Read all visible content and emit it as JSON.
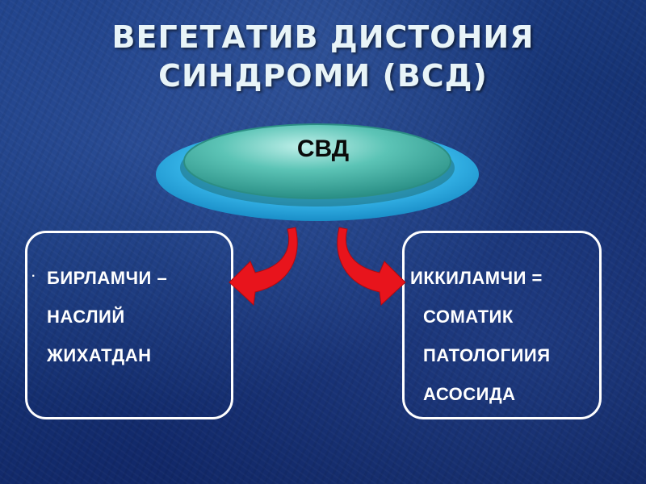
{
  "title": {
    "line1": "ВЕГЕТАТИВ ДИСТОНИЯ",
    "line2": "СИНДРОМИ (ВСД)"
  },
  "center": {
    "label": "СВД"
  },
  "left_box": {
    "bullet": "·",
    "lines": [
      "БИРЛАМЧИ –",
      "НАСЛИЙ",
      "ЖИХАТДАН"
    ]
  },
  "right_box": {
    "lines": [
      "ИККИЛАМЧИ =",
      "СОМАТИК",
      "ПАТОЛОГИИЯ",
      "АСОСИДА"
    ]
  },
  "colors": {
    "ellipse_outer": "#39b8ea",
    "ellipse_inner": "#3aa99e",
    "arrow": "#e8141c",
    "box_border": "#ffffff"
  }
}
